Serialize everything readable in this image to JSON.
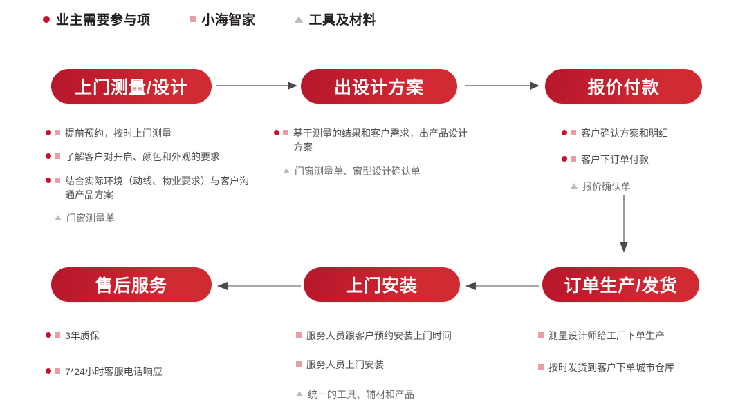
{
  "legend": {
    "items": [
      {
        "marker": "circle",
        "marker_color": "#c8102e",
        "label": "业主需要参与项"
      },
      {
        "marker": "square",
        "marker_color": "#e8a0a8",
        "label": "小海智家"
      },
      {
        "marker": "triangle",
        "marker_color": "#bcbcbc",
        "label": "工具及材料"
      }
    ]
  },
  "colors": {
    "pill_red_dark": "#b5172b",
    "pill_red_light": "#d12a33",
    "circle": "#c8102e",
    "square": "#e8a0a8",
    "triangle": "#bcbcbc",
    "arrow": "#6e6e6e",
    "text": "#4b4b4b"
  },
  "steps": [
    {
      "id": "step-1",
      "title": "上门测量/设计",
      "bullets": [
        {
          "marks": [
            "circle",
            "square"
          ],
          "text": "提前预约，按时上门测量"
        },
        {
          "marks": [
            "circle",
            "square"
          ],
          "text": "了解客户对开启、颜色和外观的要求"
        },
        {
          "marks": [
            "circle",
            "square"
          ],
          "text": "结合实际环境（动线、物业要求）与客户沟通产品方案"
        },
        {
          "marks": [
            "triangle"
          ],
          "text": "门窗测量单"
        }
      ]
    },
    {
      "id": "step-2",
      "title": "出设计方案",
      "bullets": [
        {
          "marks": [
            "circle",
            "square"
          ],
          "text": "基于测量的结果和客户需求，出产品设计方案"
        },
        {
          "marks": [
            "triangle"
          ],
          "text": "门窗测量单、窗型设计确认单"
        }
      ]
    },
    {
      "id": "step-3",
      "title": "报价付款",
      "bullets": [
        {
          "marks": [
            "circle",
            "square"
          ],
          "text": "客户确认方案和明细"
        },
        {
          "marks": [
            "circle",
            "square"
          ],
          "text": "客户下订单付款"
        },
        {
          "marks": [
            "triangle"
          ],
          "text": "报价确认单"
        }
      ]
    },
    {
      "id": "step-4",
      "title": "订单生产/发货",
      "bullets": [
        {
          "marks": [
            "square"
          ],
          "text": "测量设计师给工厂下单生产"
        },
        {
          "marks": [
            "square"
          ],
          "text": "按时发货到客户下单城市仓库"
        }
      ]
    },
    {
      "id": "step-5",
      "title": "上门安装",
      "bullets": [
        {
          "marks": [
            "square"
          ],
          "text": "服务人员跟客户预约安装上门时间"
        },
        {
          "marks": [
            "square"
          ],
          "text": "服务人员上门安装"
        },
        {
          "marks": [
            "triangle"
          ],
          "text": "统一的工具、辅材和产品"
        }
      ]
    },
    {
      "id": "step-6",
      "title": "售后服务",
      "bullets": [
        {
          "marks": [
            "circle",
            "square"
          ],
          "text": "3年质保"
        },
        {
          "marks": [
            "circle",
            "square"
          ],
          "text": "7*24小时客服电话响应"
        }
      ]
    }
  ],
  "arrows": [
    {
      "name": "arrow-step1-to-step2",
      "direction": "right"
    },
    {
      "name": "arrow-step2-to-step3",
      "direction": "right"
    },
    {
      "name": "arrow-step3-to-step4",
      "direction": "down"
    },
    {
      "name": "arrow-step4-to-step5",
      "direction": "left"
    },
    {
      "name": "arrow-step5-to-step6",
      "direction": "left"
    }
  ]
}
